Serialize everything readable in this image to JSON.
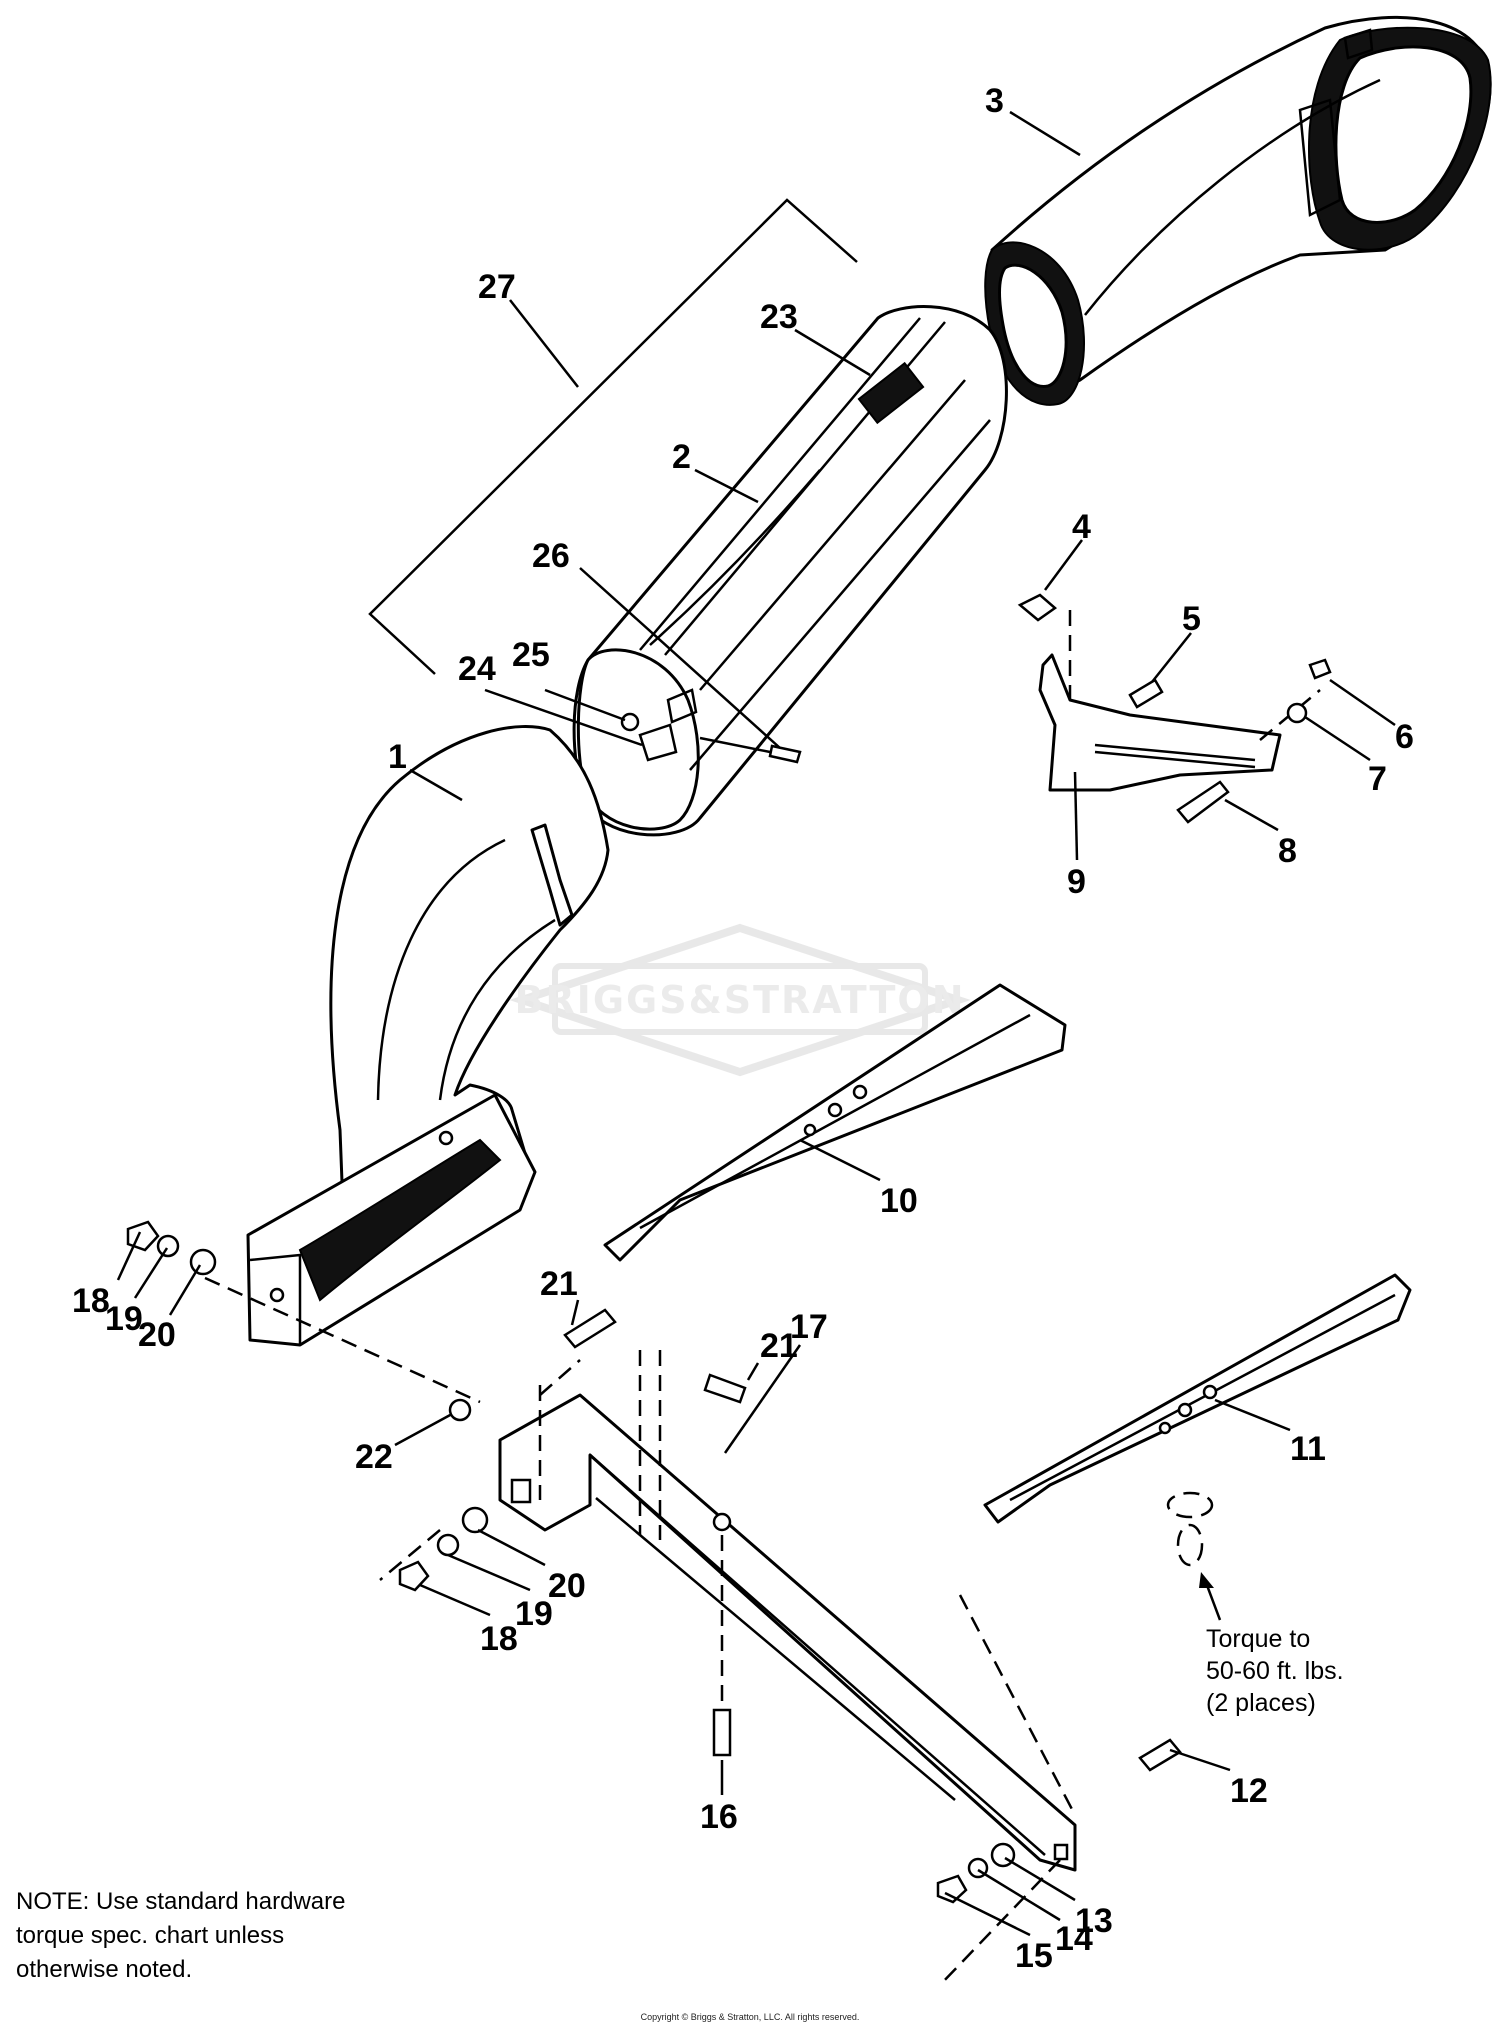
{
  "labels": {
    "p1": "1",
    "p2": "2",
    "p3": "3",
    "p4": "4",
    "p5": "5",
    "p6": "6",
    "p7": "7",
    "p8": "8",
    "p9": "9",
    "p10": "10",
    "p11": "11",
    "p12": "12",
    "p13": "13",
    "p14": "14",
    "p15": "15",
    "p16": "16",
    "p17": "17",
    "p18a": "18",
    "p18b": "18",
    "p19a": "19",
    "p19b": "19",
    "p20a": "20",
    "p20b": "20",
    "p21a": "21",
    "p21b": "21",
    "p22": "22",
    "p23": "23",
    "p24": "24",
    "p25": "25",
    "p26": "26",
    "p27": "27"
  },
  "torque_note": {
    "line1": "Torque to",
    "line2": "50-60 ft. lbs.",
    "line3": "(2 places)"
  },
  "note": {
    "line1": "NOTE: Use standard hardware",
    "line2": "torque spec. chart unless",
    "line3": "otherwise noted."
  },
  "watermark": "BRIGGS&STRATTON",
  "copyright": "Copyright © Briggs & Stratton, LLC. All rights reserved."
}
